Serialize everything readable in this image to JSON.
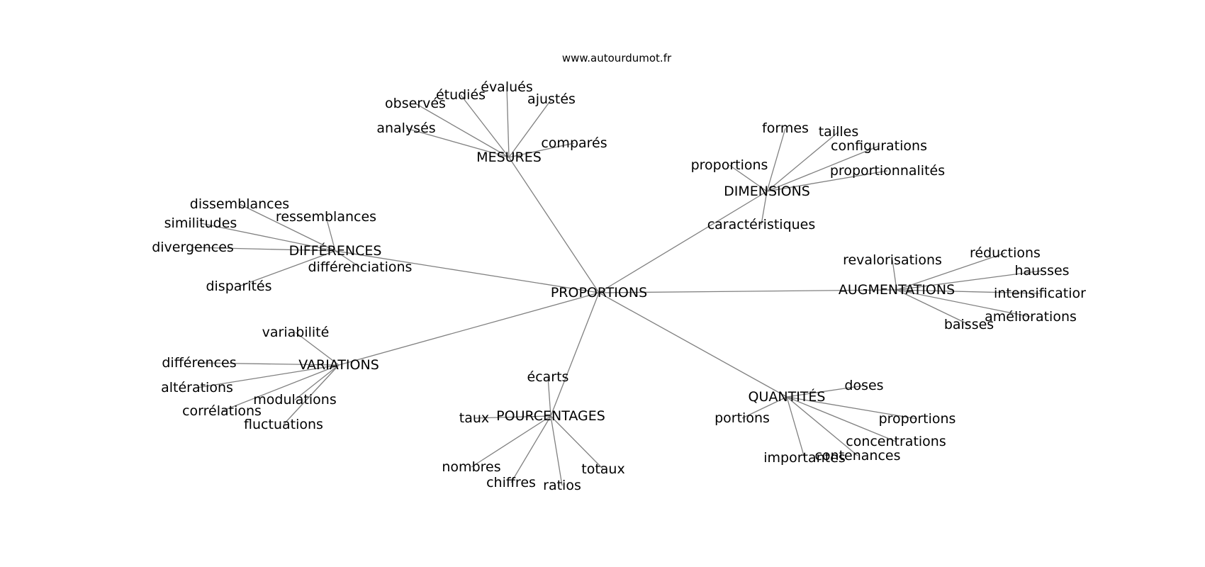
{
  "watermark": "www.autourdumot.fr",
  "diagram": {
    "root": "PROPORTIONS",
    "hubs": [
      {
        "label": "MESURES",
        "leaves": [
          "observés",
          "étudiés",
          "évalués",
          "ajustés",
          "analysés",
          "comparés"
        ]
      },
      {
        "label": "DIMENSIONS",
        "leaves": [
          "formes",
          "tailles",
          "configurations",
          "proportions",
          "proportionnalités",
          "caractéristiques"
        ]
      },
      {
        "label": "DIFFÉRENCES",
        "leaves": [
          "dissemblances",
          "ressemblances",
          "similitudes",
          "divergences",
          "différenciations",
          "disparités"
        ]
      },
      {
        "label": "AUGMENTATIONS",
        "leaves": [
          "revalorisations",
          "réductions",
          "hausses",
          "intensificatior",
          "améliorations",
          "baisses"
        ]
      },
      {
        "label": "VARIATIONS",
        "leaves": [
          "variabilité",
          "différences",
          "altérations",
          "modulations",
          "corrélations",
          "fluctuations"
        ]
      },
      {
        "label": "POURCENTAGES",
        "leaves": [
          "écarts",
          "taux",
          "nombres",
          "chiffres",
          "ratios",
          "totaux"
        ]
      },
      {
        "label": "QUANTITÉS",
        "leaves": [
          "doses",
          "portions",
          "proportions",
          "concentrations",
          "importantes",
          "contenances"
        ]
      }
    ]
  }
}
